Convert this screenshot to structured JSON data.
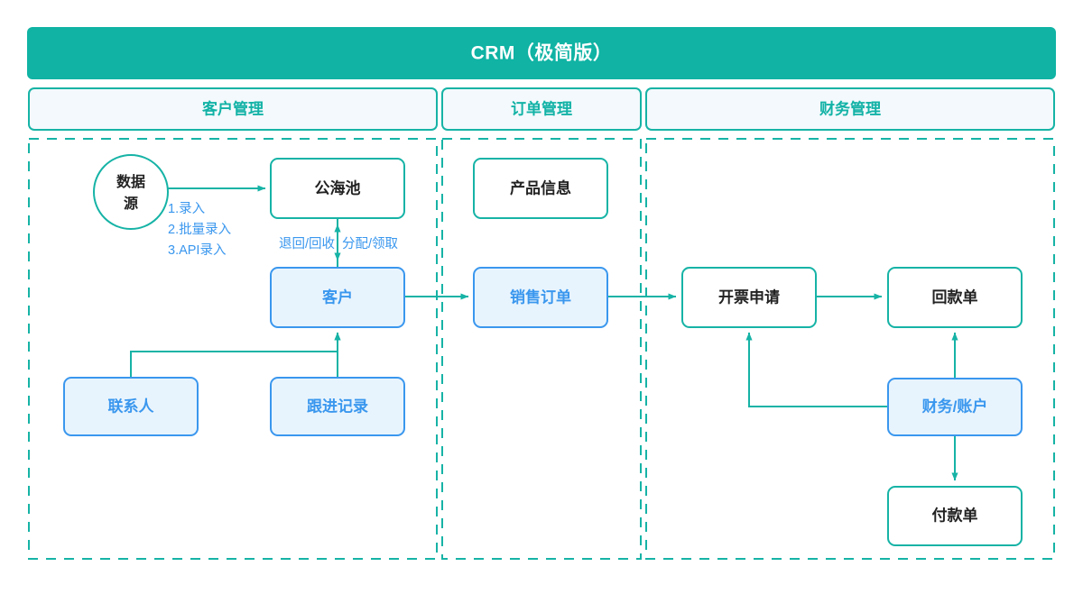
{
  "header": {
    "title": "CRM（极简版）",
    "bg_color": "#10b3a4",
    "text_color": "#ffffff"
  },
  "theme": {
    "teal": "#16b3a6",
    "blue": "#3a97ee",
    "blue_fill": "#e8f4fd",
    "lane_header_fill": "#f3f9fc",
    "white": "#ffffff",
    "dark_text": "#222222"
  },
  "lanes": [
    {
      "id": "customer",
      "label": "客户管理"
    },
    {
      "id": "order",
      "label": "订单管理"
    },
    {
      "id": "finance",
      "label": "财务管理"
    }
  ],
  "nodes": {
    "data_source": {
      "label_line1": "数据",
      "label_line2": "源",
      "shape": "circle",
      "style": "white"
    },
    "public_pool": {
      "label": "公海池",
      "shape": "rect",
      "style": "white"
    },
    "customer": {
      "label": "客户",
      "shape": "rect",
      "style": "blue"
    },
    "contact": {
      "label": "联系人",
      "shape": "rect",
      "style": "blue"
    },
    "follow_up": {
      "label": "跟进记录",
      "shape": "rect",
      "style": "blue"
    },
    "product_info": {
      "label": "产品信息",
      "shape": "rect",
      "style": "white"
    },
    "sales_order": {
      "label": "销售订单",
      "shape": "rect",
      "style": "blue"
    },
    "invoice_request": {
      "label": "开票申请",
      "shape": "rect",
      "style": "white"
    },
    "receipt_note": {
      "label": "回款单",
      "shape": "rect",
      "style": "white"
    },
    "finance_account": {
      "label": "财务/账户",
      "shape": "rect",
      "style": "blue"
    },
    "payment_note": {
      "label": "付款单",
      "shape": "rect",
      "style": "white"
    }
  },
  "edge_labels": {
    "entry_methods_1": "1.录入",
    "entry_methods_2": "2.批量录入",
    "entry_methods_3": "3.API录入",
    "return_recycle": "退回/回收",
    "assign_claim": "分配/领取"
  }
}
